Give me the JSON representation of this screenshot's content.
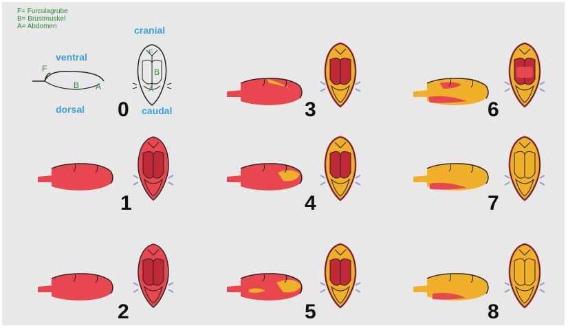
{
  "legend": [
    "F= Furculagrube",
    "B= Brustmuskel",
    "A= Abdomen"
  ],
  "labels": {
    "ventral": "ventral",
    "dorsal": "dorsal",
    "cranial": "cranial",
    "caudal": "caudal",
    "F": "F",
    "B": "B",
    "A": "A"
  },
  "colors": {
    "muscle_red": "#e8474f",
    "fat_yellow": "#f0b02a",
    "dark_red": "#c02a38",
    "outline": "#222222",
    "label_blue": "#3aa0d8",
    "legend_green": "#2a8a3a"
  },
  "stages": [
    {
      "number": "0"
    },
    {
      "number": "1"
    },
    {
      "number": "2"
    },
    {
      "number": "3"
    },
    {
      "number": "4"
    },
    {
      "number": "5"
    },
    {
      "number": "6"
    },
    {
      "number": "7"
    },
    {
      "number": "8"
    }
  ]
}
